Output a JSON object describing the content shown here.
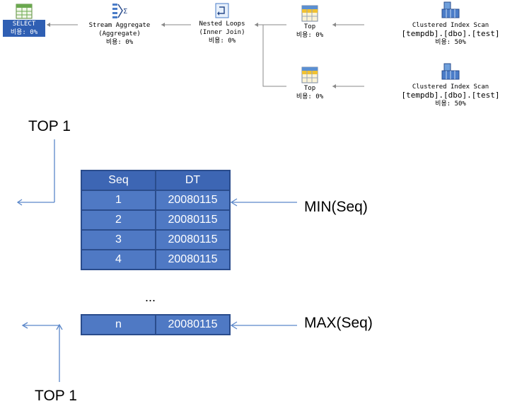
{
  "plan": {
    "select": {
      "label": "SELECT",
      "cost": "비용: 0%"
    },
    "aggregate": {
      "label1": "Stream Aggregate",
      "label2": "(Aggregate)",
      "cost": "비용: 0%"
    },
    "loops": {
      "label1": "Nested Loops",
      "label2": "(Inner Join)",
      "cost": "비용: 0%"
    },
    "top_upper": {
      "label": "Top",
      "cost": "비용: 0%"
    },
    "top_lower": {
      "label": "Top",
      "cost": "비용: 0%"
    },
    "scan_upper": {
      "label1": "Clustered Index Scan",
      "label2": "[tempdb].[dbo].[test]",
      "cost": "비용: 50%"
    },
    "scan_lower": {
      "label1": "Clustered Index Scan",
      "label2": "[tempdb].[dbo].[test]",
      "cost": "비용: 50%"
    }
  },
  "diagram": {
    "top1_upper": "TOP 1",
    "top1_lower": "TOP 1",
    "min_label": "MIN(Seq)",
    "max_label": "MAX(Seq)",
    "ellipsis": "...",
    "headers": [
      "Seq",
      "DT"
    ],
    "rows": [
      [
        "1",
        "20080115"
      ],
      [
        "2",
        "20080115"
      ],
      [
        "3",
        "20080115"
      ],
      [
        "4",
        "20080115"
      ]
    ],
    "last_row": [
      "n",
      "20080115"
    ]
  },
  "colors": {
    "cell": "#4f79c4",
    "border": "#2a4c8c",
    "arrow": "#5b87c9",
    "select_bg": "#2f5fb3"
  }
}
